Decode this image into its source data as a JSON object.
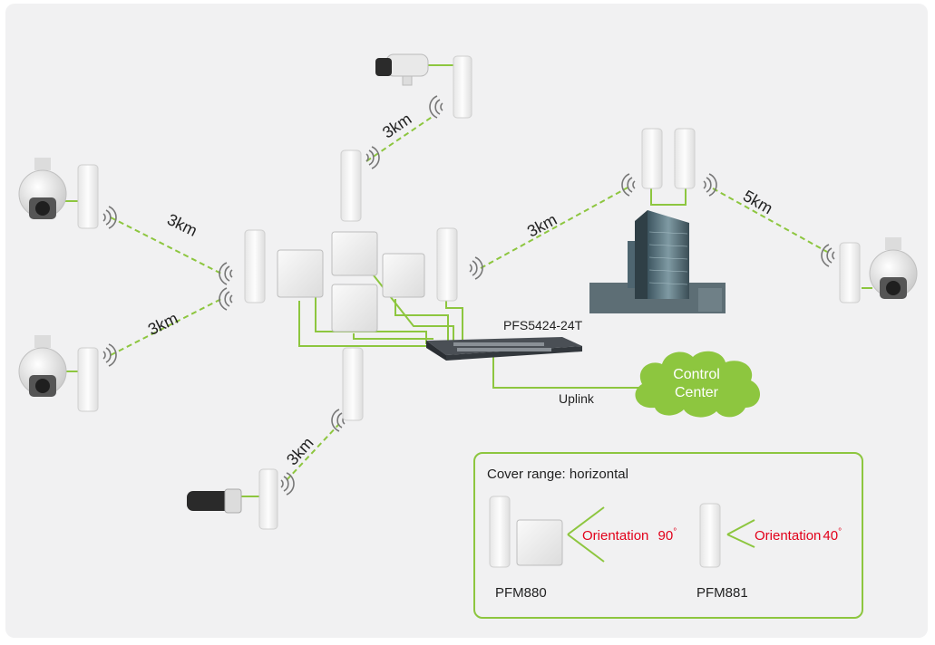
{
  "links": [
    {
      "label": "3km"
    },
    {
      "label": "3km"
    },
    {
      "label": "3km"
    },
    {
      "label": "3km"
    },
    {
      "label": "3km"
    },
    {
      "label": "5km"
    }
  ],
  "switch": {
    "model": "PFS5424-24T"
  },
  "uplink": {
    "label": "Uplink"
  },
  "control_center": {
    "line1": "Control",
    "line2": "Center"
  },
  "legend": {
    "title": "Cover range: horizontal",
    "items": [
      {
        "model": "PFM880",
        "orientation_label": "Orientation",
        "angle": "90",
        "degree": "°"
      },
      {
        "model": "PFM881",
        "orientation_label": "Orientation",
        "angle": "40",
        "degree": "°"
      }
    ]
  },
  "colors": {
    "accent_green": "#8dc63f",
    "link_dashed": "#8dc63f",
    "orientation_text": "#e2001a",
    "cloud": "#8dc63f",
    "background": "#f1f1f2"
  }
}
